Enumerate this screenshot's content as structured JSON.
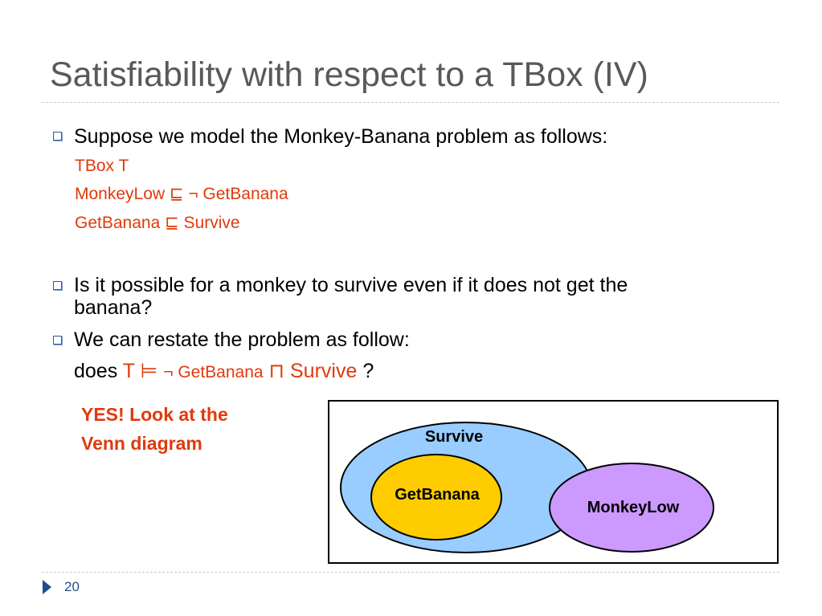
{
  "slide": {
    "title": "Satisfiability with respect to a TBox (IV)",
    "page_number": "20"
  },
  "bullets": [
    {
      "text": "Suppose we model the Monkey-Banana problem as follows:"
    },
    {
      "text_line1": "Is it possible for a monkey to survive even if it does not get the",
      "text_line2": "banana?"
    },
    {
      "text": "We can restate the problem as follow:"
    }
  ],
  "tbox": {
    "heading": "TBox T",
    "axiom1": "MonkeyLow ⊑ ¬ GetBanana",
    "axiom2": "GetBanana ⊑ Survive"
  },
  "query": {
    "prefix": "does",
    "t_symbol": "T ⊨",
    "formula": "¬ GetBanana",
    "conj": "⊓ Survive",
    "suffix": "?"
  },
  "answer": {
    "line1": "YES! Look at the",
    "line2": "Venn diagram"
  },
  "venn": {
    "survive_label": "Survive",
    "getbanana_label": "GetBanana",
    "monkeylow_label": "MonkeyLow",
    "survive_color": "#99ccff",
    "getbanana_color": "#ffcc00",
    "monkeylow_color": "#cc99ff"
  },
  "colors": {
    "title": "#595959",
    "accent_red": "#e03a0c",
    "bullet_blue": "#2c5aa0"
  }
}
